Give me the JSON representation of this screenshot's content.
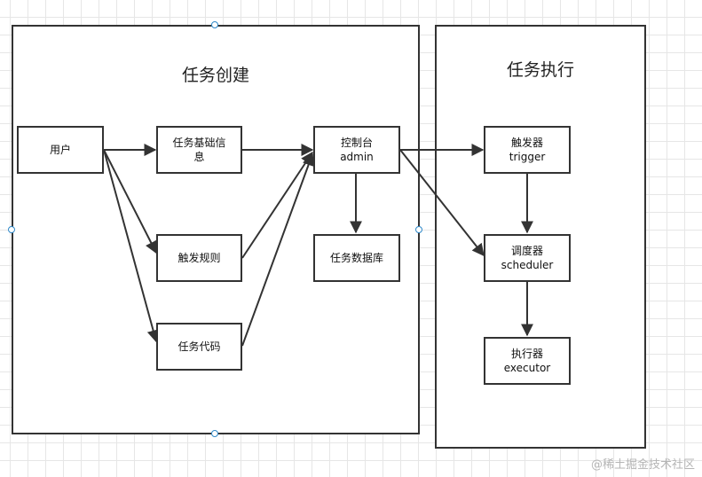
{
  "containers": {
    "creation": {
      "title": "任务创建"
    },
    "execution": {
      "title": "任务执行"
    }
  },
  "nodes": {
    "user": {
      "line1": "用户",
      "line2": ""
    },
    "task_info": {
      "line1": "任务基础信",
      "line2": "息"
    },
    "trigger_rule": {
      "line1": "触发规则",
      "line2": ""
    },
    "task_code": {
      "line1": "任务代码",
      "line2": ""
    },
    "admin": {
      "line1": "控制台",
      "line2": "admin"
    },
    "task_db": {
      "line1": "任务数据库",
      "line2": ""
    },
    "trigger": {
      "line1": "触发器",
      "line2": "trigger"
    },
    "scheduler": {
      "line1": "调度器",
      "line2": "scheduler"
    },
    "executor": {
      "line1": "执行器",
      "line2": "executor"
    }
  },
  "watermark": "@稀土掘金技术社区",
  "colors": {
    "stroke": "#333333",
    "handle": "#2f89c9",
    "grid": "#e6e6e6"
  }
}
